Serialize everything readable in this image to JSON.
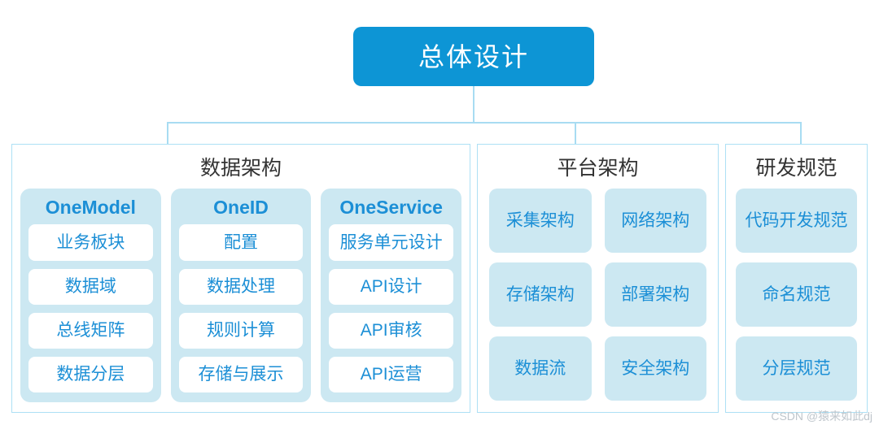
{
  "root": {
    "label": "总体设计",
    "color": "#0D95D5"
  },
  "theme": {
    "accent": "#0D95D5",
    "leaf_text": "#1C8FD6",
    "group_fill": "#CCE8F2",
    "panel_border": "#ADE0F5",
    "connector": "#A8DCF2",
    "panel_title_text": "#333333"
  },
  "panels": [
    {
      "title": "数据架构",
      "groups": [
        {
          "title": "OneModel",
          "items": [
            "业务板块",
            "数据域",
            "总线矩阵",
            "数据分层"
          ]
        },
        {
          "title": "OneID",
          "items": [
            "配置",
            "数据处理",
            "规则计算",
            "存储与展示"
          ]
        },
        {
          "title": "OneService",
          "items": [
            "服务单元设计",
            "API设计",
            "API审核",
            "API运营"
          ]
        }
      ]
    },
    {
      "title": "平台架构",
      "items": [
        "采集架构",
        "网络架构",
        "存储架构",
        "部署架构",
        "数据流",
        "安全架构"
      ]
    },
    {
      "title": "研发规范",
      "items": [
        "代码开发规范",
        "命名规范",
        "分层规范"
      ]
    }
  ],
  "watermark": "CSDN @猿来如此dj"
}
